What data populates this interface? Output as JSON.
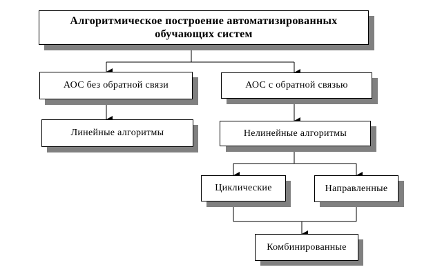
{
  "diagram": {
    "title": "Алгоритмическое построение автоматизированных обучающих систем",
    "title_line1": "Алгоритмическое построение автоматизированных",
    "title_line2": "обучающих систем",
    "nodes": {
      "no_feedback": "АОС без обратной связи",
      "with_feedback": "АОС с обратной связью",
      "linear": "Линейные алгоритмы",
      "nonlinear": "Нелинейные алгоритмы",
      "cyclic": "Циклические",
      "directed": "Направленные",
      "combined": "Комбинированные"
    },
    "edges": [
      {
        "from": "title",
        "to": "no_feedback"
      },
      {
        "from": "title",
        "to": "with_feedback"
      },
      {
        "from": "no_feedback",
        "to": "linear"
      },
      {
        "from": "with_feedback",
        "to": "nonlinear"
      },
      {
        "from": "nonlinear",
        "to": "cyclic"
      },
      {
        "from": "nonlinear",
        "to": "directed"
      },
      {
        "from": "cyclic",
        "to": "combined"
      },
      {
        "from": "directed",
        "to": "combined"
      }
    ],
    "colors": {
      "shadow": "#808080",
      "border": "#000000",
      "background": "#ffffff"
    }
  }
}
